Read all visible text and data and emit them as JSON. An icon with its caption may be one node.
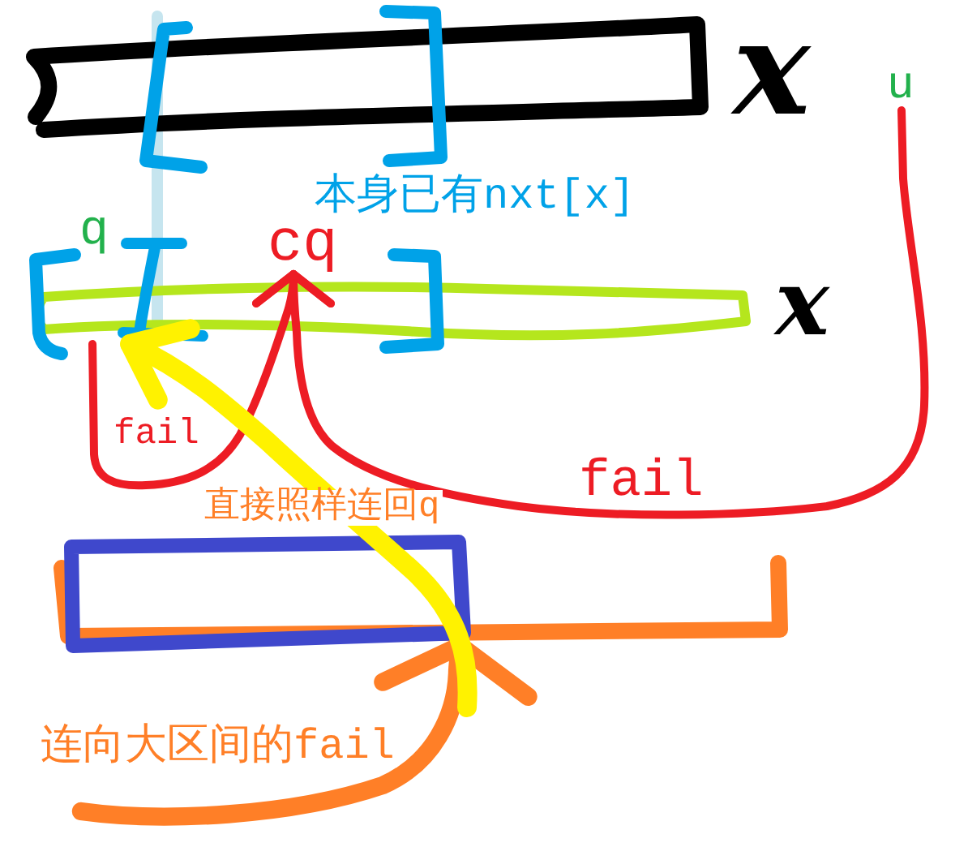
{
  "diagram": {
    "nodes": [
      {
        "text": [
          "u"
        ]
      },
      {
        "text": [
          "q"
        ]
      },
      {
        "text": [
          "cq"
        ]
      },
      {
        "text": [],
        "shape": "box"
      },
      {
        "text": [],
        "shape": "bracket"
      }
    ],
    "edges": [
      {
        "from": 0,
        "to": 2,
        "arrow": "to",
        "label": "fail",
        "color": "#ed1c24"
      },
      {
        "from": 1,
        "to": 2,
        "arrow": "to",
        "label": "fail",
        "color": "#ed1c24"
      },
      {
        "from": null,
        "to": 1,
        "arrow": "to",
        "label": "直接照样连回q",
        "style": "thick",
        "color": "#fff200"
      },
      {
        "from": null,
        "to": 4,
        "arrow": "to",
        "label": "连向大区间的fail",
        "style": "thick",
        "color": "#ff7f27"
      }
    ],
    "labels": [
      "x",
      "本身已有nxt[x]",
      "x"
    ]
  }
}
